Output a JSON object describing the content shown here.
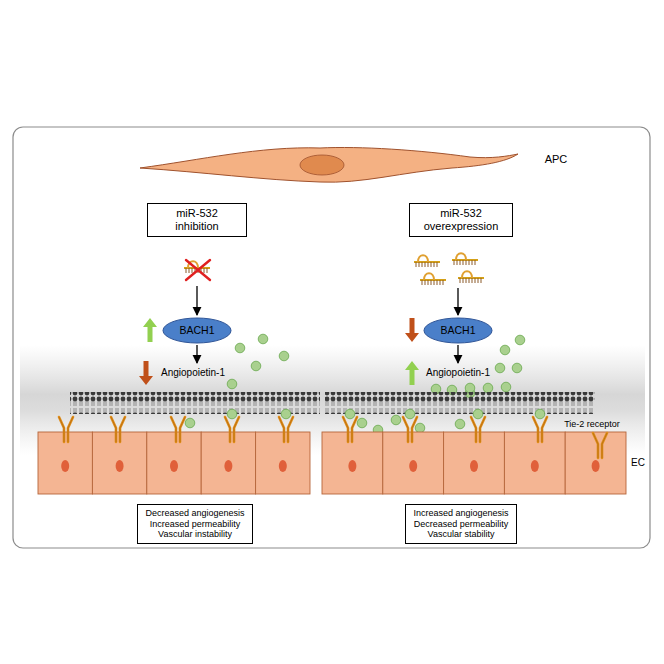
{
  "diagram": {
    "nodes": [
      {
        "text": [
          "miR-532 inhibition"
        ]
      },
      {
        "text": [
          "miR-532 overexpression"
        ]
      },
      {
        "text": [
          "BACH1"
        ]
      },
      {
        "text": [
          "BACH1"
        ]
      },
      {
        "text": [
          "Decreased angiogenesis",
          "Increased permeability",
          "Vascular instability"
        ]
      },
      {
        "text": [
          "Increased angiogenesis",
          "Decreased permeability",
          "Vascular stability"
        ]
      }
    ],
    "labels": [
      "APC",
      "Angiopoietin-1",
      "Angiopoietin-1",
      "Tie-2 receptor",
      "EC"
    ]
  }
}
